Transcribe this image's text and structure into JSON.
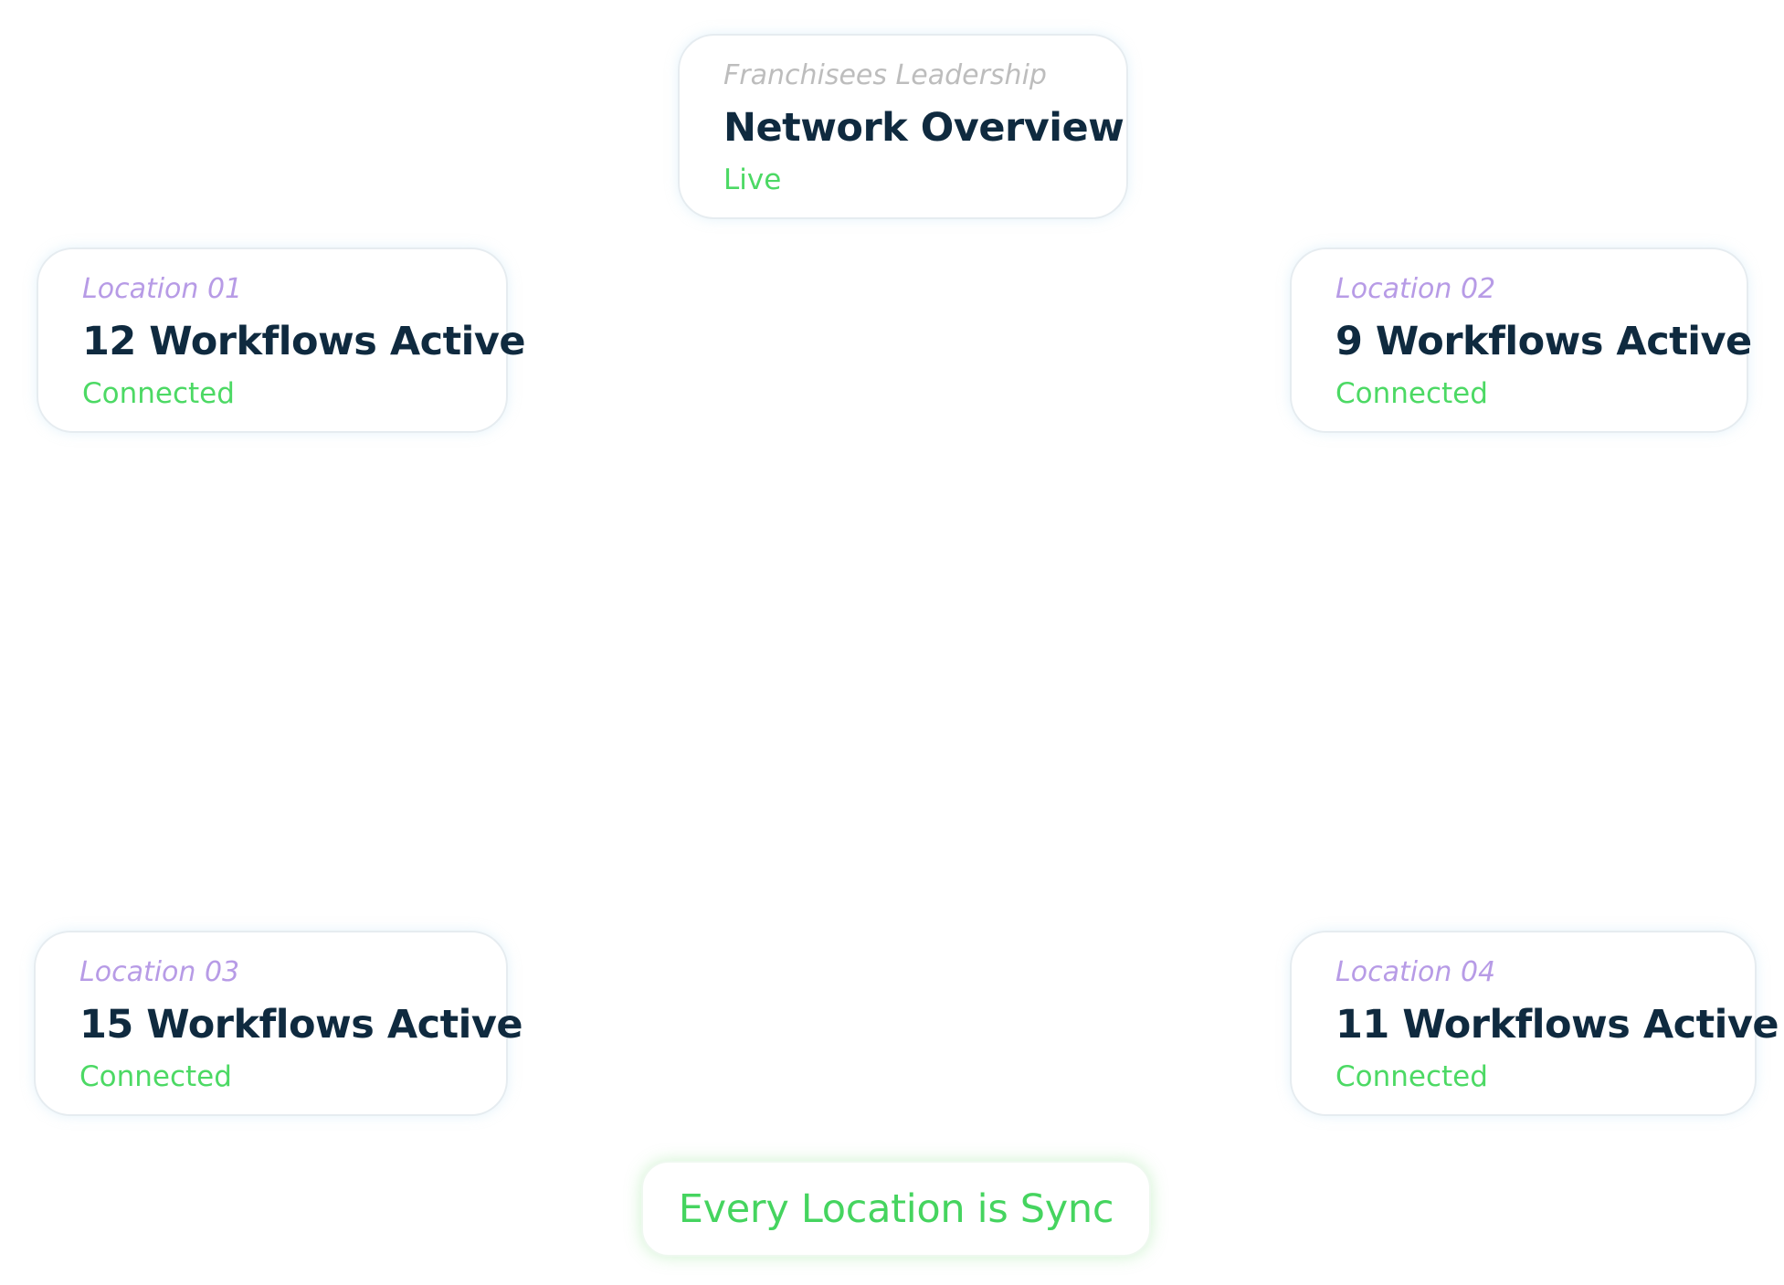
{
  "colors": {
    "headline": "#0f2a3f",
    "hub_eyebrow": "#bdbdbd",
    "location_eyebrow": "#b79be6",
    "status_green": "#4cd964",
    "sync_green": "#45d45f"
  },
  "hub": {
    "eyebrow": "Franchisees Leadership",
    "title": "Network Overview",
    "status": "Live"
  },
  "locations": [
    {
      "label": "Location 01",
      "workflows": "12 Workflows Active",
      "status": "Connected"
    },
    {
      "label": "Location 02",
      "workflows": "9 Workflows Active",
      "status": "Connected"
    },
    {
      "label": "Location 03",
      "workflows": "15 Workflows Active",
      "status": "Connected"
    },
    {
      "label": "Location 04",
      "workflows": "11 Workflows Active",
      "status": "Connected"
    }
  ],
  "sync": {
    "label": "Every Location is Sync"
  }
}
